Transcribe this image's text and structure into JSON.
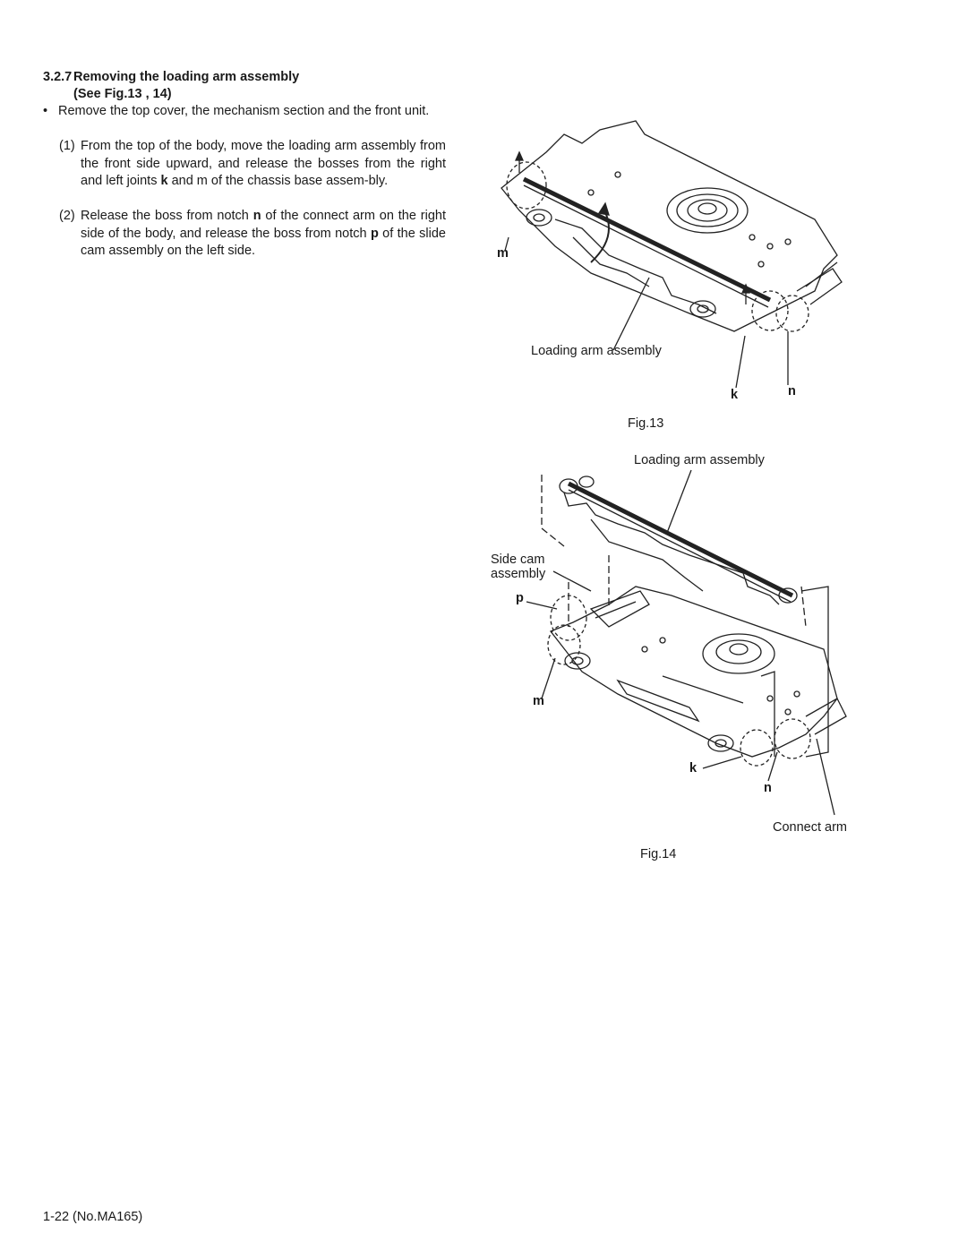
{
  "section": {
    "number": "3.2.7",
    "title": "Removing the loading arm assembly",
    "see": "(See Fig.13 , 14)"
  },
  "bullet": {
    "mark": "•",
    "text": "Remove the top cover, the mechanism section and the front unit."
  },
  "steps": [
    {
      "num": "(1)",
      "before": "From the top of the body, move the loading arm assembly from the front side upward, and release the bosses from the right and left joints ",
      "key1": "k",
      "after": " and m of the chassis base assem-bly."
    },
    {
      "num": "(2)",
      "before": "Release the boss from notch ",
      "key1": "n",
      "middle": " of the connect arm on the right side of the body, and release the boss from notch ",
      "key2": "p",
      "after": " of the slide cam assembly on the left side."
    }
  ],
  "fig13": {
    "caption": "Fig.13",
    "label_assembly": "Loading arm assembly",
    "label_m": "m",
    "label_k": "k",
    "label_n": "n"
  },
  "fig14": {
    "caption": "Fig.14",
    "label_assembly": "Loading arm assembly",
    "label_sidecam_1": "Side cam",
    "label_sidecam_2": "assembly",
    "label_p": "p",
    "label_m": "m",
    "label_k": "k",
    "label_n": "n",
    "label_connect": "Connect arm"
  },
  "footer": {
    "page": "1-22 (No.MA165)"
  }
}
